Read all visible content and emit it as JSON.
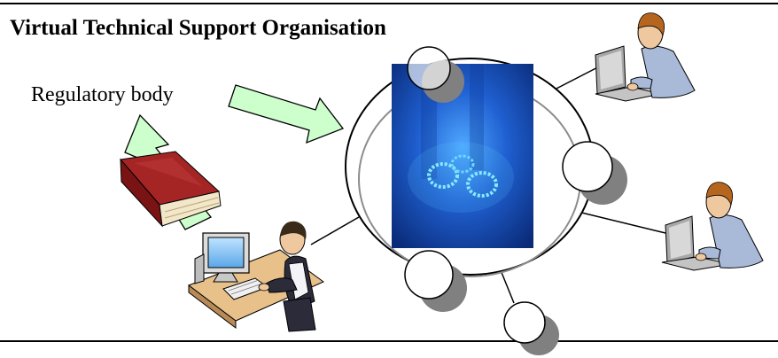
{
  "diagram": {
    "title": "Virtual Technical Support Organisation",
    "regulator_label": "Regulatory body"
  },
  "colors": {
    "frame_line": "#000000",
    "arrow_fill": "#ccffcc",
    "reactor_blue": "#1a5fc8",
    "glow": "#7fe6ff",
    "book_red": "#8b1a1a",
    "node_shadow": "#808080"
  },
  "icons": [
    "regulatory-book-icon",
    "desktop-workstation-icon",
    "laptop-user-icon",
    "reactor-core-image"
  ]
}
